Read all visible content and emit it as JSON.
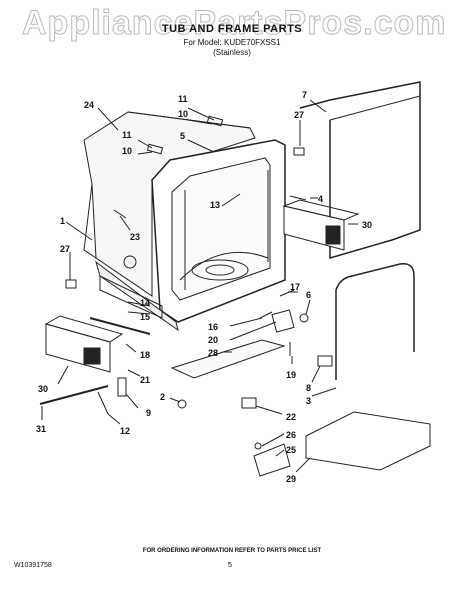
{
  "watermark": "AppliancePartsPros.com",
  "header": {
    "title": "TUB AND FRAME PARTS",
    "model_line": "For Model: KUDE70FXSS1",
    "finish_line": "(Stainless)"
  },
  "callouts": [
    "24",
    "11",
    "10",
    "5",
    "7",
    "27",
    "11",
    "10",
    "13",
    "4",
    "30",
    "1",
    "23",
    "27",
    "17",
    "6",
    "14",
    "15",
    "16",
    "20",
    "28",
    "18",
    "21",
    "30",
    "2",
    "9",
    "19",
    "8",
    "3",
    "22",
    "12",
    "31",
    "26",
    "25",
    "29"
  ],
  "footer": {
    "ordering_note": "FOR ORDERING INFORMATION REFER TO PARTS PRICE LIST",
    "doc_number": "W10391758",
    "page_number": "5"
  }
}
